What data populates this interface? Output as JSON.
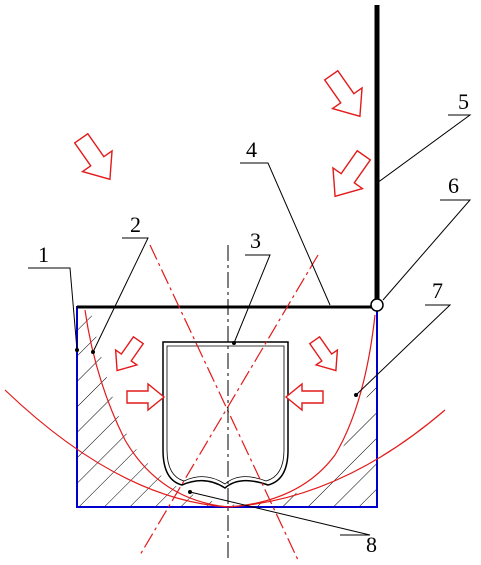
{
  "labels": {
    "l1": "1",
    "l2": "2",
    "l3": "3",
    "l4": "4",
    "l5": "5",
    "l6": "6",
    "l7": "7",
    "l8": "8"
  },
  "colors": {
    "outline": "#0000cc",
    "curve": "#e31a1a",
    "arrow": "#e31a1a",
    "line": "#000000"
  }
}
